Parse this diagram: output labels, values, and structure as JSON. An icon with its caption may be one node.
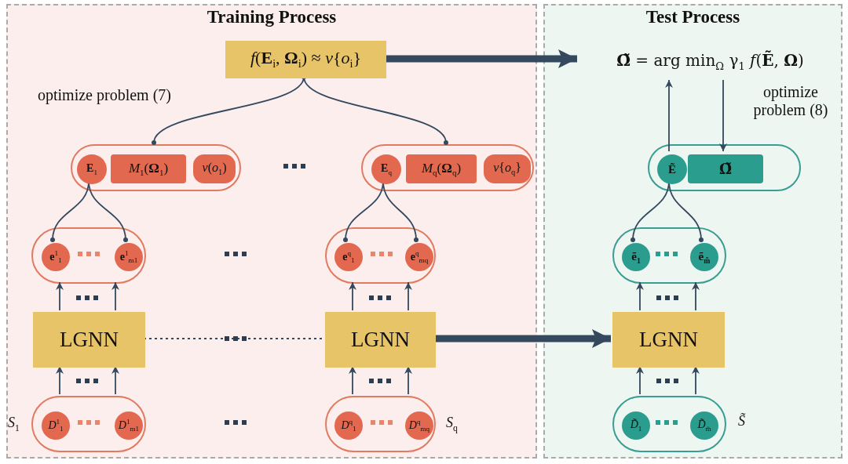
{
  "diagram": {
    "nodes": [
      {
        "text": [
          "Training Process"
        ]
      },
      {
        "text": [
          "*f*(**E**$_{i}$, **Ω**$_{i}$) ≈ *v*{*o*$_{i}$}"
        ],
        "in": 0
      },
      {
        "text": [],
        "shape": "box",
        "in": 0
      },
      {
        "text": [
          "**E**$_{1}$"
        ],
        "in": 2
      },
      {
        "text": [
          "*M*$_{1}$(**Ω**$_{1}$)"
        ],
        "in": 2
      },
      {
        "text": [
          "*v*(*o*$_{1}$)"
        ],
        "in": 2
      },
      {
        "text": [],
        "shape": "box",
        "in": 0
      },
      {
        "text": [
          "**E**$_{q}$"
        ],
        "in": 6
      },
      {
        "text": [
          "*M*$_{q}$(**Ω**$_{q}$)"
        ],
        "in": 6
      },
      {
        "text": [
          "*v*{*o*$_{q}$}"
        ],
        "in": 6
      },
      {
        "text": [
          "Test Process"
        ]
      },
      {
        "text": [
          "**Ω̃** = arg min$_{Ω}$ γ$_{1}$ *f*(**Ẽ**, **Ω**)"
        ],
        "in": 10
      },
      {
        "text": [],
        "shape": "box",
        "in": 10
      },
      {
        "text": [
          "Ẽ"
        ],
        "in": 12
      },
      {
        "text": [
          "Ω̃"
        ],
        "in": 12
      },
      {
        "text": [],
        "shape": "box",
        "in": 0
      },
      {
        "text": [
          "**e**$^{1}$$_{1}$"
        ],
        "in": 15
      },
      {
        "text": [
          "**e**$^{1}$$_{m1}$"
        ],
        "in": 15
      },
      {
        "text": [],
        "shape": "box",
        "in": 0
      },
      {
        "text": [
          "**e**$^{q}$$_{1}$"
        ],
        "in": 18
      },
      {
        "text": [
          "**e**$^{q}$$_{mq}$"
        ],
        "in": 18
      },
      {
        "text": [],
        "shape": "box",
        "in": 10
      },
      {
        "text": [
          "**ẽ**$_{1}$"
        ],
        "in": 21
      },
      {
        "text": [
          "**ẽ**$_{m̃}$"
        ],
        "in": 21
      },
      {
        "text": [
          "LGNN"
        ],
        "in": 0
      },
      {
        "text": [
          "LGNN"
        ],
        "in": 0
      },
      {
        "text": [
          "LGNN"
        ],
        "in": 10
      },
      {
        "text": [],
        "shape": "box",
        "in": 0,
        "beside": [
          "*S*$_{1}$"
        ]
      },
      {
        "text": [
          "*D*$^{1}$$_{1}$"
        ],
        "in": 27
      },
      {
        "text": [
          "*D*$^{1}$$_{m1}$"
        ],
        "in": 27
      },
      {
        "text": [],
        "shape": "box",
        "in": 0,
        "beside": [
          "*S*$_{q}$"
        ]
      },
      {
        "text": [
          "*D*$^{q}$$_{1}$"
        ],
        "in": 30
      },
      {
        "text": [
          "*D*$^{q}$$_{mq}$"
        ],
        "in": 30
      },
      {
        "text": [],
        "shape": "box",
        "in": 10,
        "beside": [
          "S̃"
        ]
      },
      {
        "text": [
          "*D̃*$_{1}$"
        ],
        "in": 33
      },
      {
        "text": [
          "*D̃*$_{m̃}$"
        ],
        "in": 33
      }
    ],
    "edges": [
      {
        "from": 1,
        "to": 2,
        "arrow": "other",
        "label": "optimize problem (7)"
      },
      {
        "from": 1,
        "to": 6,
        "arrow": "other"
      },
      {
        "from": 1,
        "to": 11,
        "arrow": "to",
        "style": "thick"
      },
      {
        "from": 3,
        "to": 16,
        "arrow": "other"
      },
      {
        "from": 3,
        "to": 17,
        "arrow": "other"
      },
      {
        "from": 7,
        "to": 19,
        "arrow": "other"
      },
      {
        "from": 7,
        "to": 20,
        "arrow": "other"
      },
      {
        "from": 13,
        "to": 22,
        "arrow": "other"
      },
      {
        "from": 13,
        "to": 23,
        "arrow": "other"
      },
      {
        "from": 13,
        "to": 11,
        "arrow": "to"
      },
      {
        "from": 11,
        "to": 14,
        "arrow": "to",
        "label": "optimize problem (8)"
      },
      {
        "from": 24,
        "to": 15,
        "arrow": "to"
      },
      {
        "from": 24,
        "to": 15,
        "arrow": "to"
      },
      {
        "from": 25,
        "to": 18,
        "arrow": "to"
      },
      {
        "from": 25,
        "to": 18,
        "arrow": "to"
      },
      {
        "from": 26,
        "to": 21,
        "arrow": "to"
      },
      {
        "from": 26,
        "to": 21,
        "arrow": "to"
      },
      {
        "from": 27,
        "to": 24,
        "arrow": "to"
      },
      {
        "from": 27,
        "to": 24,
        "arrow": "to"
      },
      {
        "from": 30,
        "to": 25,
        "arrow": "to"
      },
      {
        "from": 30,
        "to": 25,
        "arrow": "to"
      },
      {
        "from": 33,
        "to": 26,
        "arrow": "to"
      },
      {
        "from": 33,
        "to": 26,
        "arrow": "to"
      },
      {
        "from": 24,
        "to": 25,
        "arrow": "none",
        "style": "dashed"
      },
      {
        "from": 25,
        "to": 26,
        "arrow": "to",
        "style": "thick"
      }
    ]
  }
}
